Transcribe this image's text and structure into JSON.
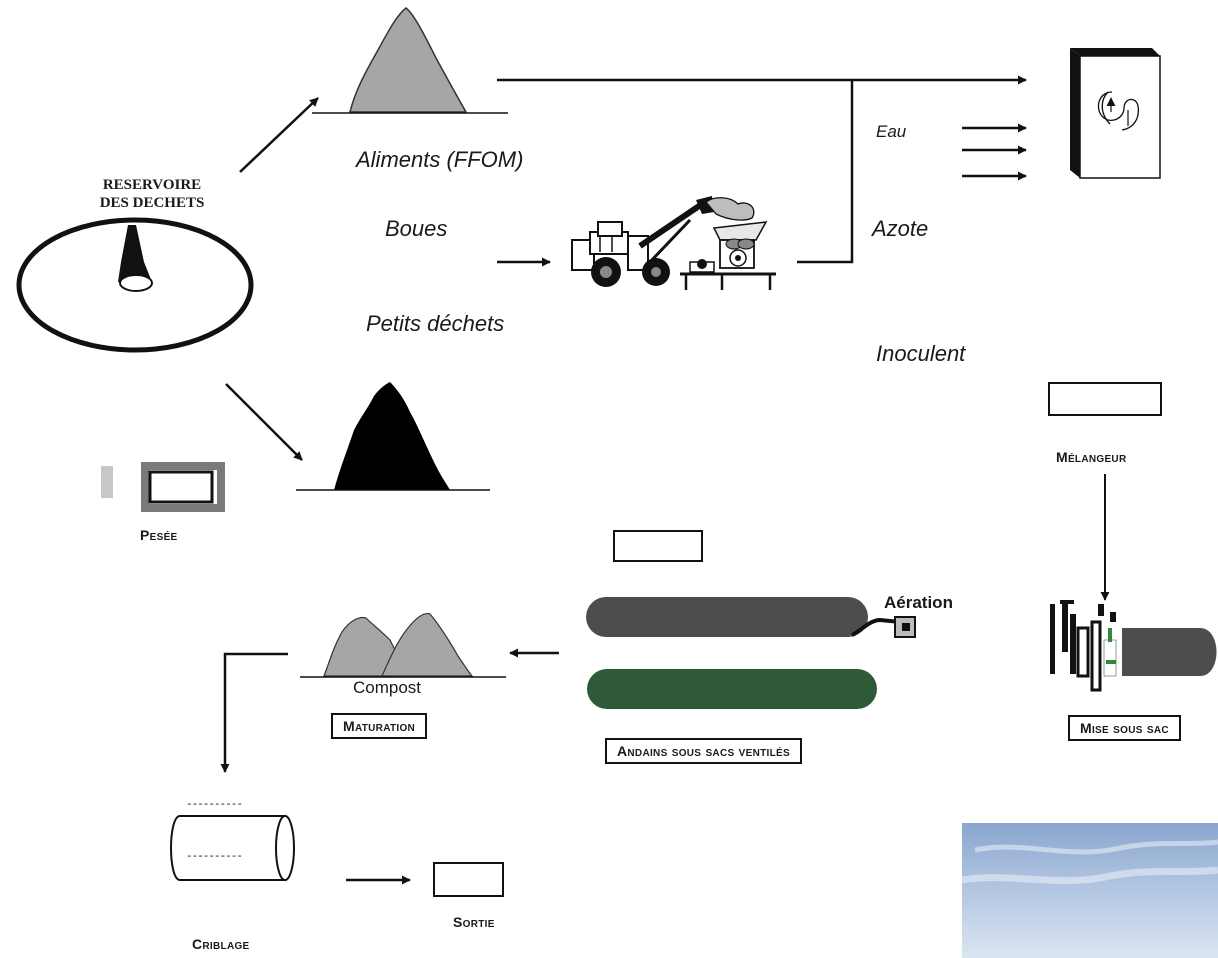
{
  "labels": {
    "reservoir_line1": "RESERVOIRE",
    "reservoir_line2": "DES DECHETS",
    "aliments": "Aliments (FFOM)",
    "boues": "Boues",
    "petits_dechets": "Petits déchets",
    "eau": "Eau",
    "azote": "Azote",
    "inoculent": "Inoculent",
    "melangeur": "Mélangeur",
    "pesee": "Pesée",
    "aeration": "Aération",
    "compost": "Compost",
    "maturation": "Maturation",
    "andains": "Andains sous sacs ventilés",
    "mise_sous_sac": "Mise sous sac",
    "criblage": "Criblage",
    "sortie": "Sortie",
    "dashes_top": "----------",
    "dashes_mid": "----------"
  },
  "colors": {
    "line": "#111111",
    "pile_grey": "#a6a6a6",
    "pile_black": "#000000",
    "windrow_grey": "#4d4d4d",
    "windrow_green": "#2f5a38",
    "sky_top": "#8fa9d0",
    "sky_bottom": "#d9e4f0"
  },
  "icons": [
    "reservoir-icon",
    "grey-pile-icon",
    "black-pile-icon",
    "scale-icon",
    "machine-icon",
    "mixer-icon",
    "compost-piles-icon",
    "screen-drum-icon",
    "bagging-machine-icon",
    "sky-photo"
  ]
}
